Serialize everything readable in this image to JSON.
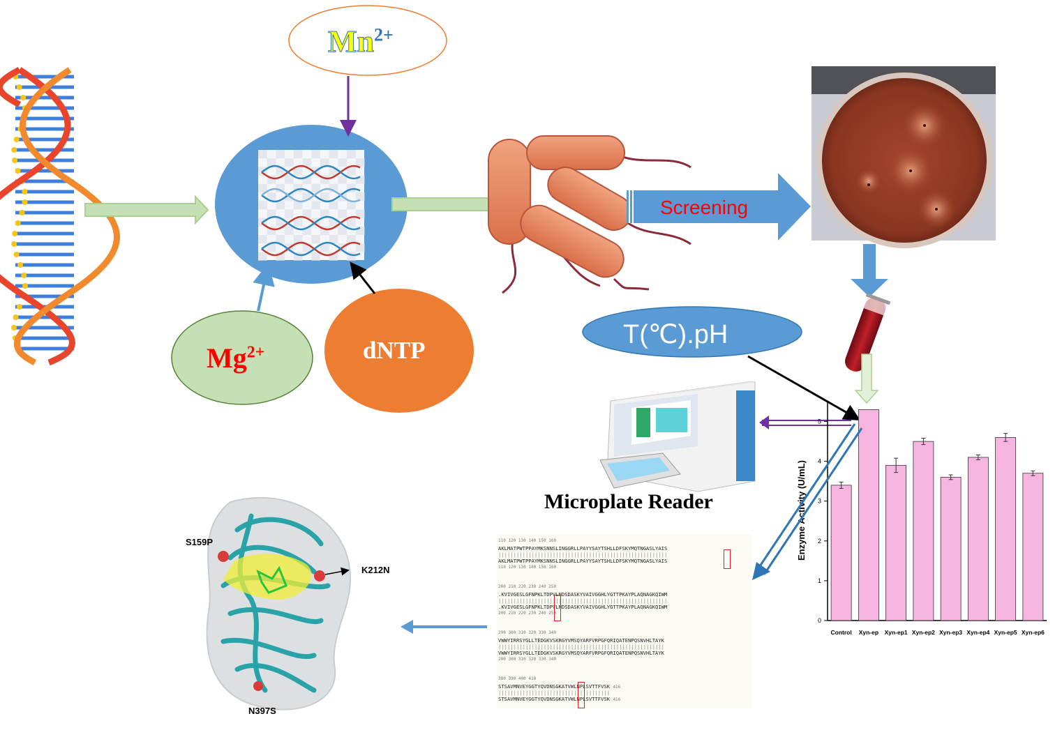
{
  "labels": {
    "mn": "Mn",
    "mn_sup": "2+",
    "mg": "Mg",
    "mg_sup": "2+",
    "dntp": "dNTP",
    "screening": "Screening",
    "temp_ph": "T(℃).pH",
    "microplate_reader": "Microplate Reader"
  },
  "structure": {
    "mutations": [
      "S159P",
      "K212N",
      "N397S"
    ]
  },
  "sequence_alignment": {
    "blocks": [
      {
        "numbers": "110        120        130        140        150        160",
        "seq": "AKLMATPWTPPAYMKSNNSLINGGRLLPAYYSAYTSHLLDFSKYMQTNGASLYAIS"
      },
      {
        "numbers": "200        210        220        230        240        250",
        "seq": ".KVIVGESLGFNPKLTDPVLNDSDASKYVAIVGGHLYGTTPKAYPLAQNAGKQIWM"
      },
      {
        "numbers": "290        300        310        320        330        340",
        "seq": "VWWYIRRSYGLLTEDGKVSKRGYVMSQYARFVRPGFQRIQATENPQSNVHLTAYK"
      },
      {
        "numbers": "380        390        400        410",
        "seq": "STSAVMNVEYGGTYQVDNSGKATVWLNPLSVTTFVSK",
        "end": "416"
      }
    ]
  },
  "chart_data": {
    "type": "bar",
    "categories": [
      "Control",
      "Xyn-ep",
      "Xyn-ep1",
      "Xyn-ep2",
      "Xyn-ep3",
      "Xyn-ep4",
      "Xyn-ep5",
      "Xyn-ep6"
    ],
    "values": [
      3.4,
      5.3,
      3.9,
      4.5,
      3.6,
      4.1,
      4.6,
      3.7
    ],
    "errors": [
      0.08,
      0.0,
      0.18,
      0.08,
      0.06,
      0.06,
      0.1,
      0.06
    ],
    "ylabel": "Enzyme Activity (U/mL)",
    "yticks": [
      0,
      1,
      2,
      3,
      4,
      5
    ],
    "ylim": [
      0,
      5.5
    ],
    "bar_color": "#f6b5e0"
  },
  "colors": {
    "blue": "#5b9bd5",
    "dark_blue": "#2e75b6",
    "green_arrow": "#c5e0b4",
    "orange": "#ed7d31",
    "purple": "#7030a0",
    "red_text": "#ff0000",
    "mn_text": "#ffff00"
  }
}
